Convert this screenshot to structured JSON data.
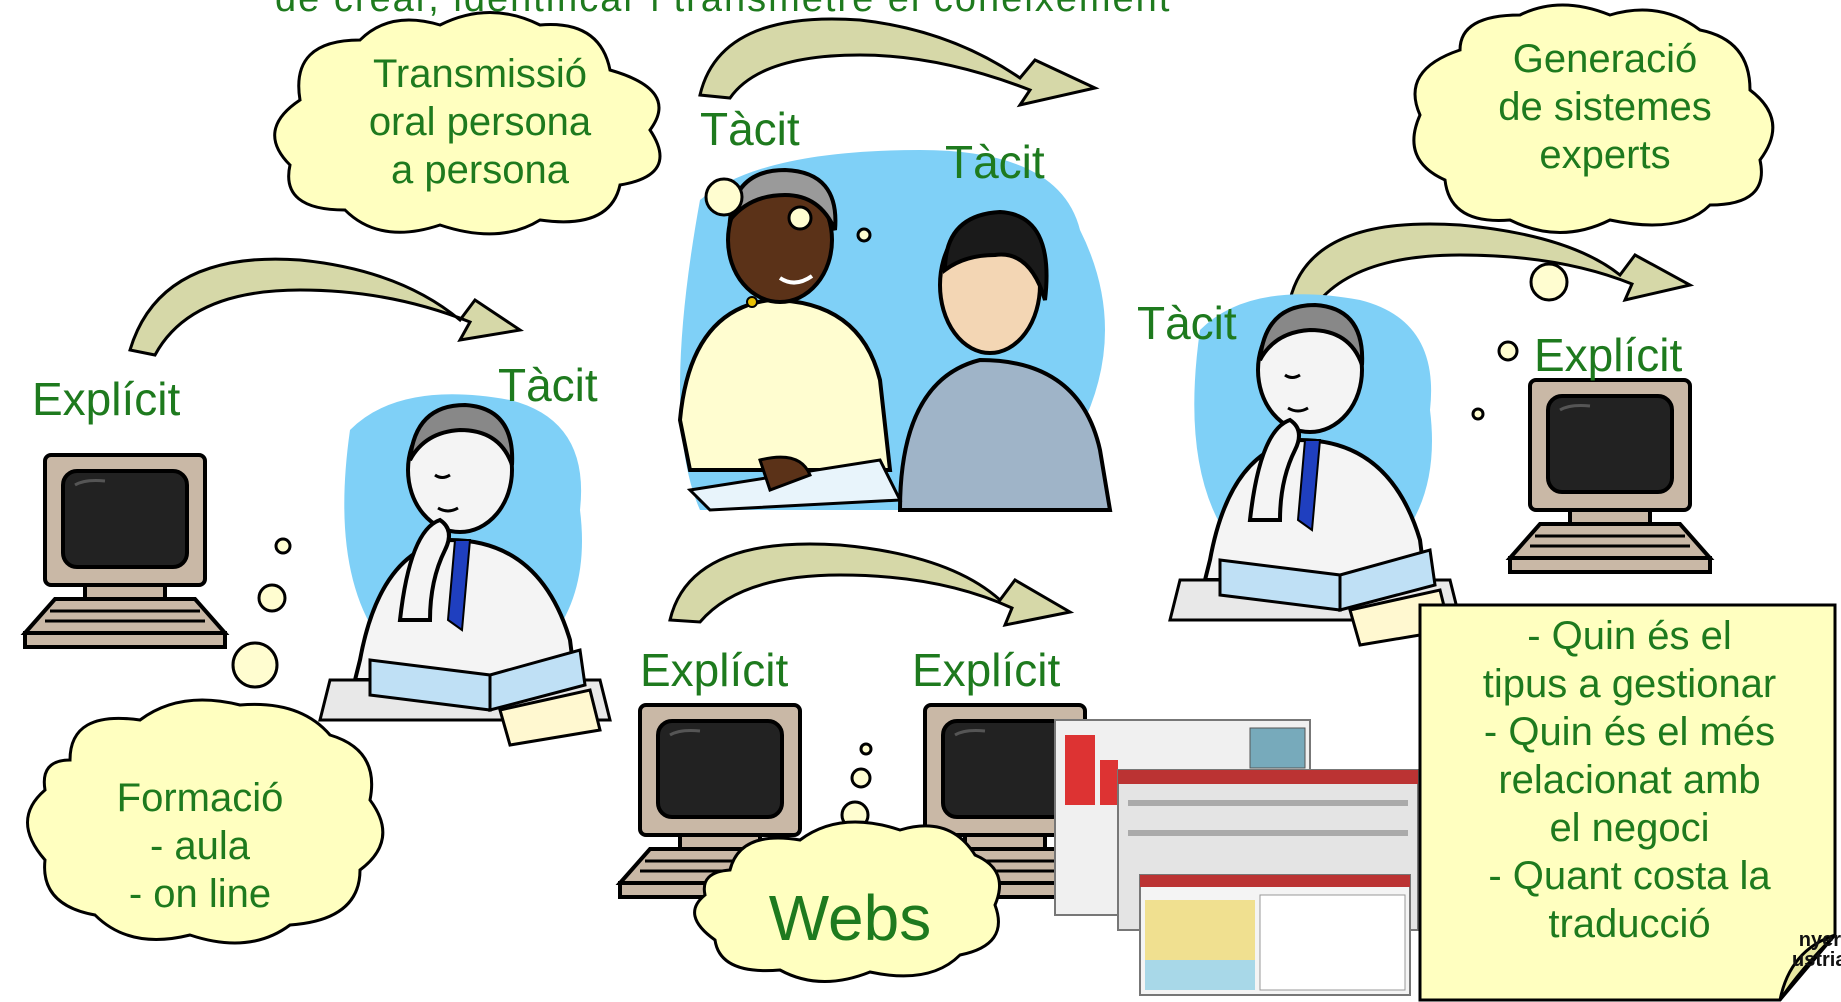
{
  "header_text": "de crear, identificar i transmetre el coneixement",
  "clouds": {
    "oral": [
      "Transmissió",
      "oral persona",
      "a persona"
    ],
    "experts": [
      "Generació",
      "de sistemes",
      "experts"
    ],
    "formacio": [
      "Formació",
      "- aula",
      "- on line"
    ],
    "webs": "Webs"
  },
  "labels": {
    "tacit_center_left": "Tàcit",
    "tacit_center_right": "Tàcit",
    "explicit_left": "Explícit",
    "tacit_left": "Tàcit",
    "tacit_right": "Tàcit",
    "explicit_right": "Explícit",
    "explicit_bottom_left": "Explícit",
    "explicit_bottom_right": "Explícit"
  },
  "note_lines": [
    "- Quin és el",
    "tipus a gestionar",
    "- Quin és el més",
    "relacionat amb",
    "el negoci",
    "- Quant costa la",
    "traducció"
  ],
  "logo_text": [
    "nyer",
    "ustria"
  ],
  "colors": {
    "text_green": "#1e7a1e",
    "cloud_fill": "#ffffc0",
    "arrow_fill": "#d6d8a8",
    "sky_blue": "#7fd0f7",
    "note_fill": "#ffffc0"
  }
}
